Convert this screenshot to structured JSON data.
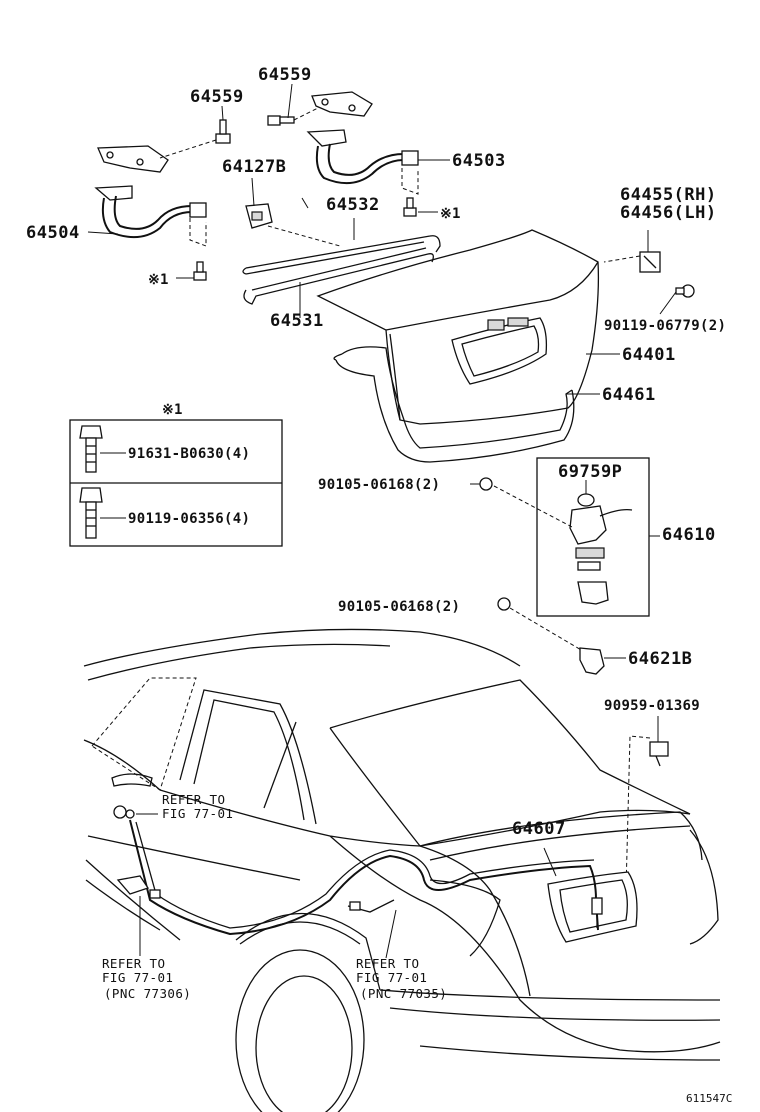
{
  "labels": {
    "p64559_top": "64559",
    "p64559_left": "64559",
    "p64503": "64503",
    "p64127B": "64127B",
    "p64532": "64532",
    "p64504": "64504",
    "p64531": "64531",
    "p64455": "64455(RH)",
    "p64456": "64456(LH)",
    "mark1_right": "※1",
    "mark1_left": "※1",
    "p90119_06779": "90119-06779(2)",
    "p64401": "64401",
    "p64461": "64461",
    "box_header": "※1",
    "p91631": "91631-B0630(4)",
    "p90119_06356": "90119-06356(4)",
    "p90105_a": "90105-06168(2)",
    "p69759P": "69759P",
    "p64610": "64610",
    "p90105_b": "90105-06168(2)",
    "p64621B": "64621B",
    "p90959": "90959-01369",
    "p64607": "64607",
    "ref1_l1": "REFER TO",
    "ref1_l2": "FIG 77-01",
    "ref2_l1": "REFER TO",
    "ref2_l2": "FIG 77-01",
    "ref2_l3": "(PNC 77306)",
    "ref3_l1": "REFER TO",
    "ref3_l2": "FIG 77-01",
    "ref3_l3": "(PNC 77035)",
    "figure_id": "611547C"
  }
}
